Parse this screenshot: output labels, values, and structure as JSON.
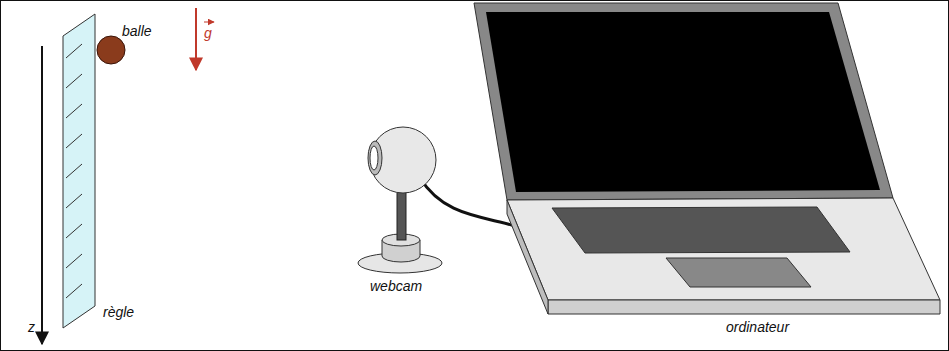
{
  "diagram": {
    "labels": [
      "balle",
      "g",
      "règle",
      "z",
      "webcam",
      "ordinateur"
    ]
  }
}
